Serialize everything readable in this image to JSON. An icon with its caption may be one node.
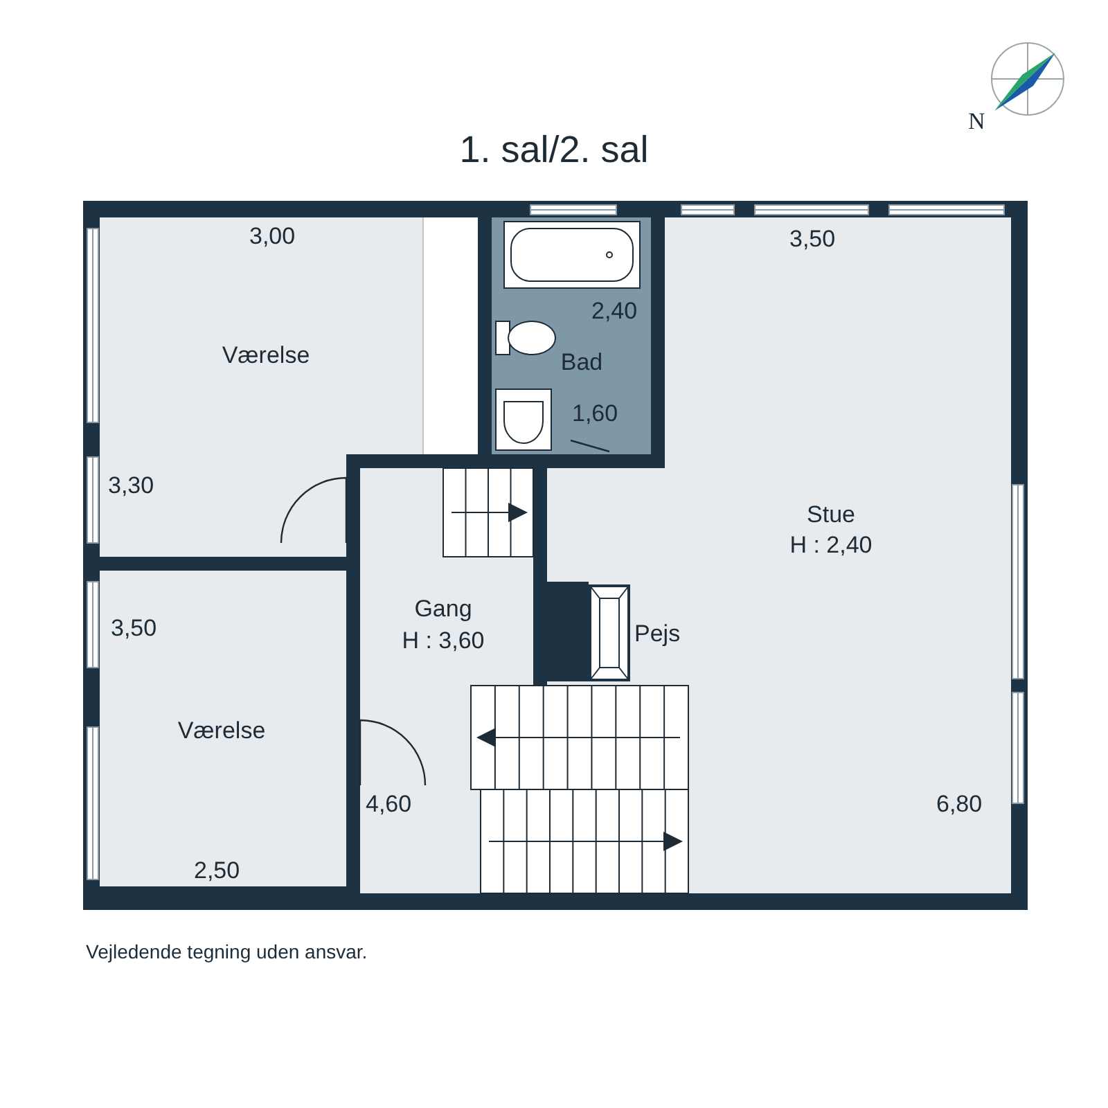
{
  "diagram": {
    "title": "1. sal/2. sal",
    "caption": "Vejledende tegning uden ansvar.",
    "nodes": [
      {
        "text": [
          "Værelse"
        ]
      },
      {
        "text": [
          "Bad"
        ]
      },
      {
        "text": [
          "Stue",
          "H : 2,40"
        ]
      },
      {
        "text": [
          "Gang",
          "H : 3,60"
        ]
      },
      {
        "text": [
          "Pejs"
        ],
        "in": 2
      },
      {
        "text": [
          "Værelse"
        ]
      }
    ],
    "labels": [
      "N",
      "3,00",
      "3,50",
      "2,40",
      "1,60",
      "3,30",
      "3,50",
      "4,60",
      "6,80",
      "2,50"
    ]
  }
}
